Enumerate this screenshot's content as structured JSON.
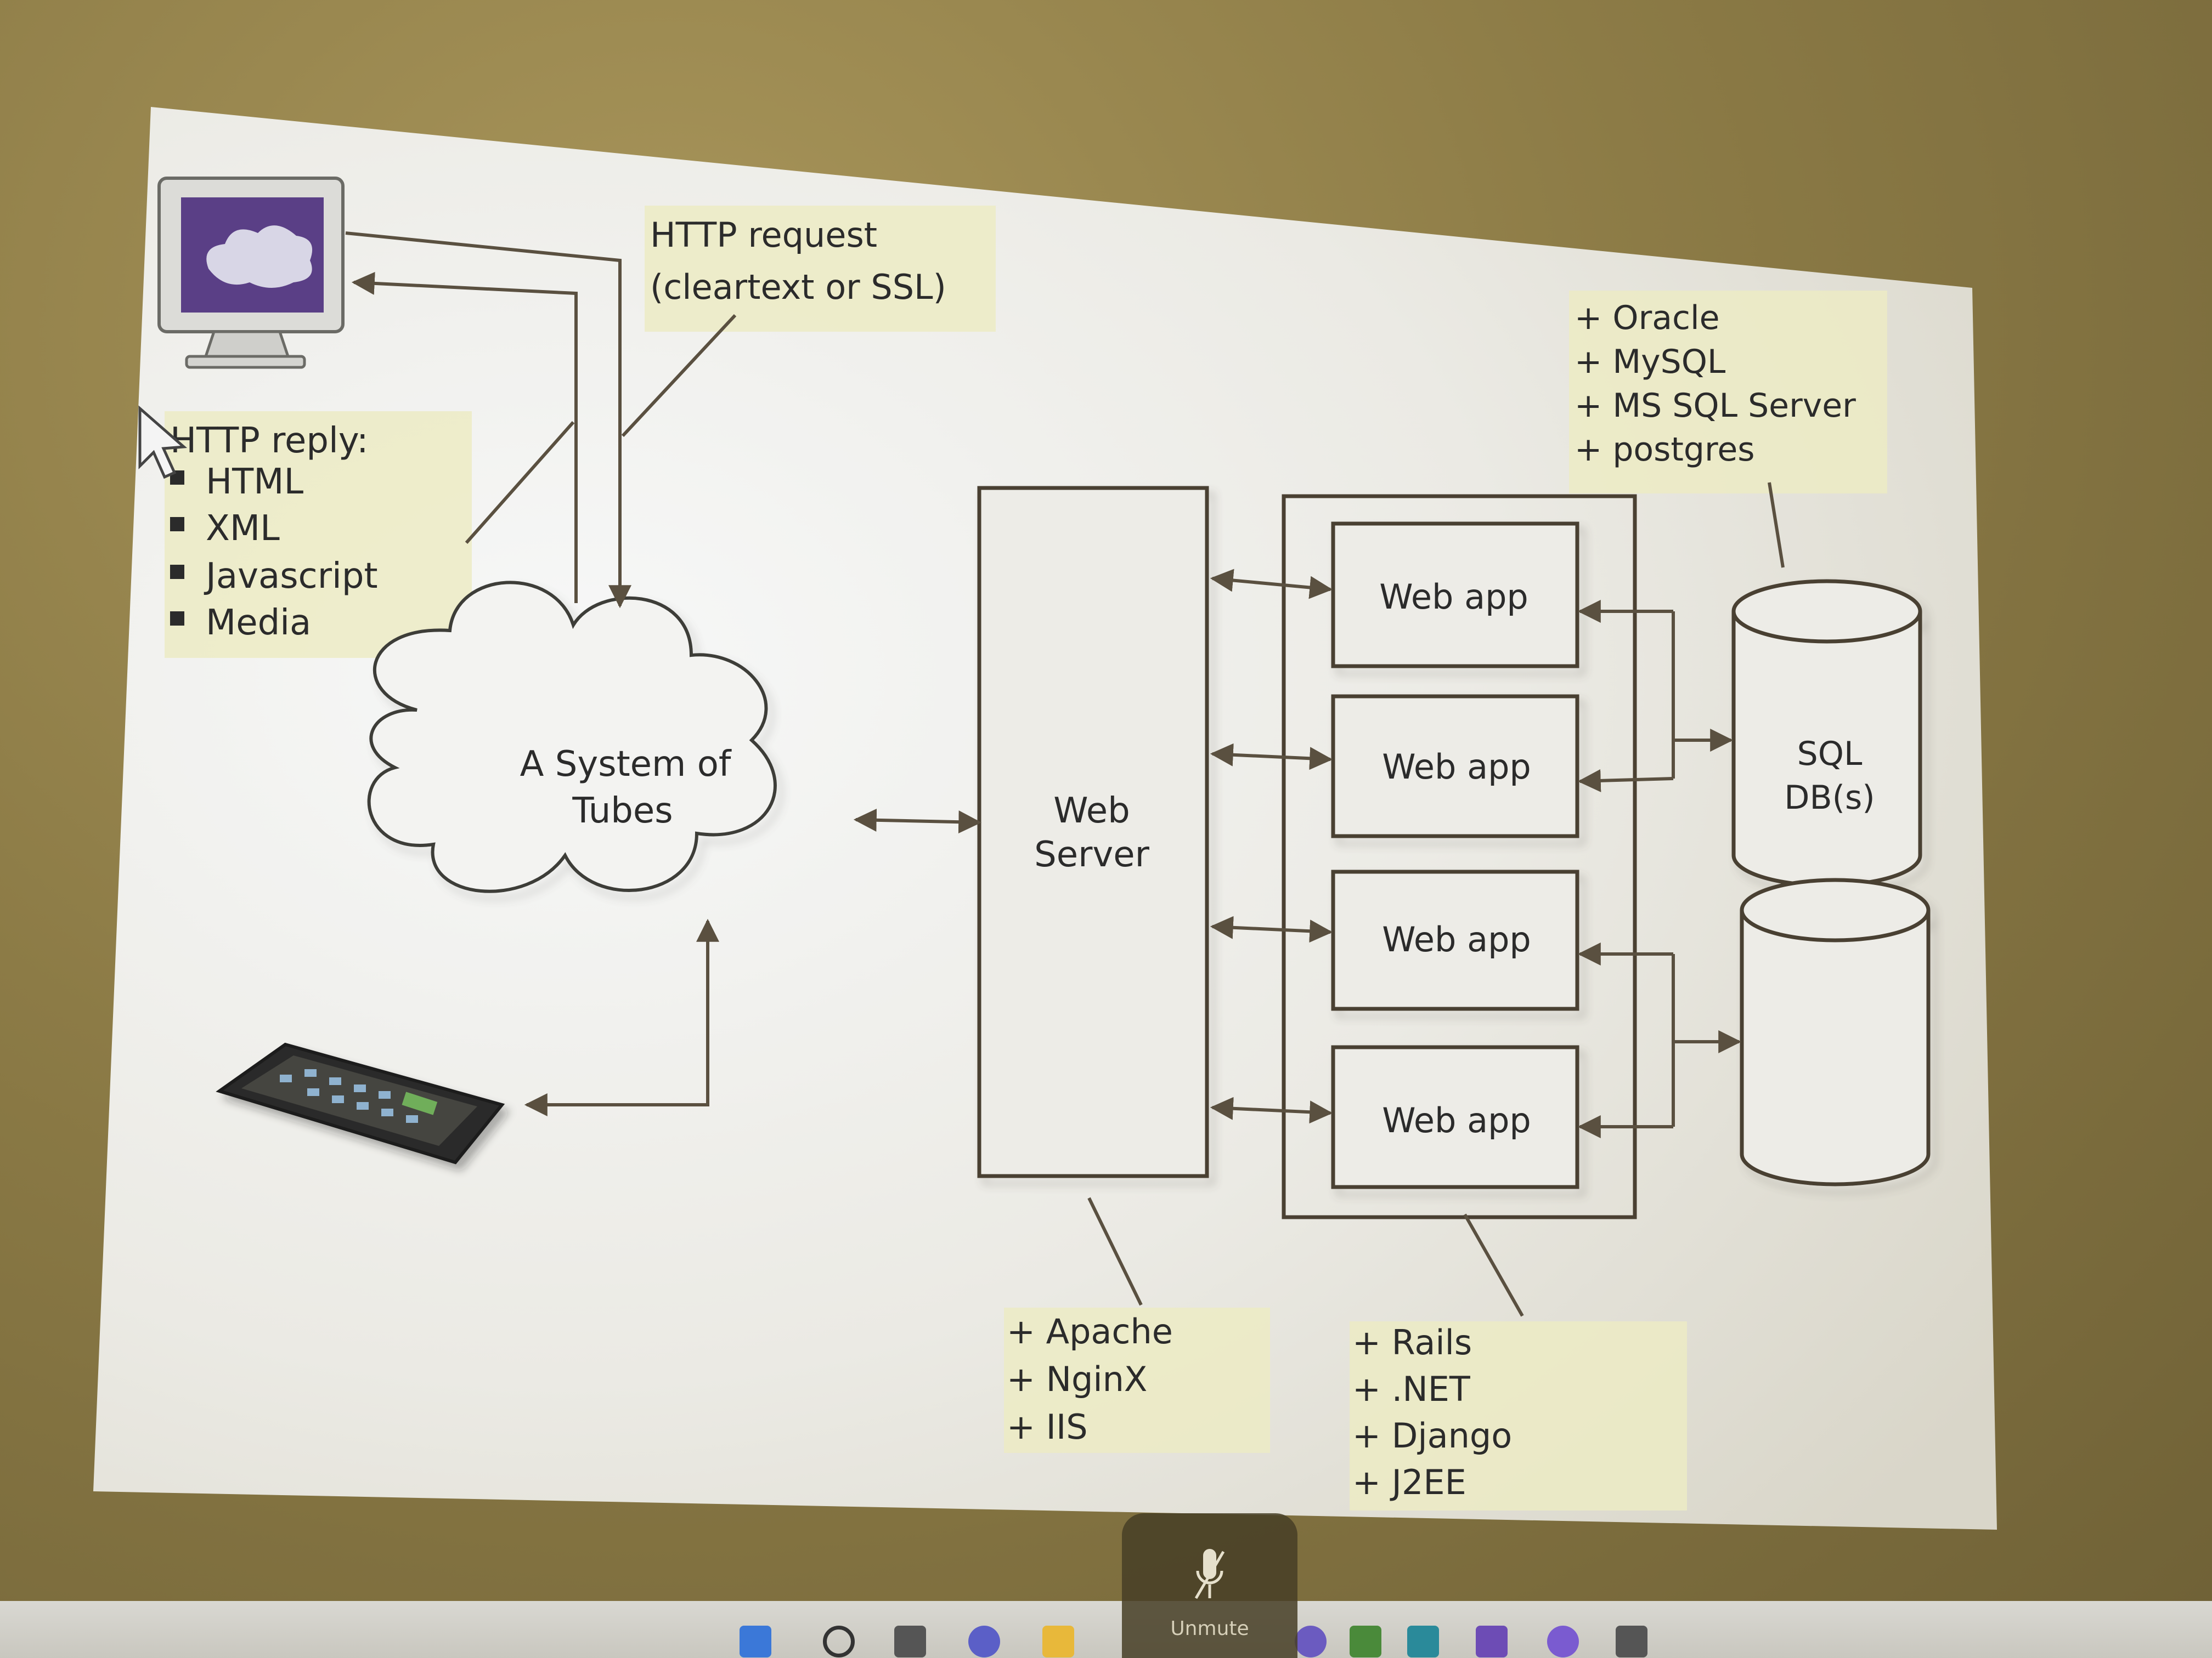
{
  "diagram": {
    "http_request": [
      "HTTP request",
      "(cleartext or SSL)"
    ],
    "http_reply": {
      "title": "HTTP reply:",
      "items": [
        "HTML",
        "XML",
        "Javascript",
        "Media"
      ]
    },
    "cloud_label": [
      "A System of",
      "Tubes"
    ],
    "web_server_label": [
      "Web",
      "Server"
    ],
    "web_apps": [
      "Web app",
      "Web app",
      "Web app",
      "Web app"
    ],
    "db_label": [
      "SQL",
      "DB(s)"
    ],
    "db_list": [
      "+ Oracle",
      "+ MySQL",
      "+ MS SQL Server",
      "+ postgres"
    ],
    "server_list": [
      "+ Apache",
      "+ NginX",
      "+ IIS"
    ],
    "framework_list": [
      "+ Rails",
      "+ .NET",
      "+ Django",
      "+ J2EE"
    ]
  },
  "taskbar": {
    "unmute_label": "Unmute",
    "icons": [
      "windows-start-icon",
      "search-icon",
      "task-view-icon",
      "teams-icon",
      "file-explorer-icon",
      "chat-icon",
      "store-icon",
      "edge-icon",
      "vs-icon",
      "app-icon",
      "photos-icon"
    ]
  },
  "colors": {
    "slide": "#ecebe6",
    "note_bg": "#ecebc4",
    "box_stroke": "#4a4032",
    "monitor_screen": "#5a3f86"
  }
}
